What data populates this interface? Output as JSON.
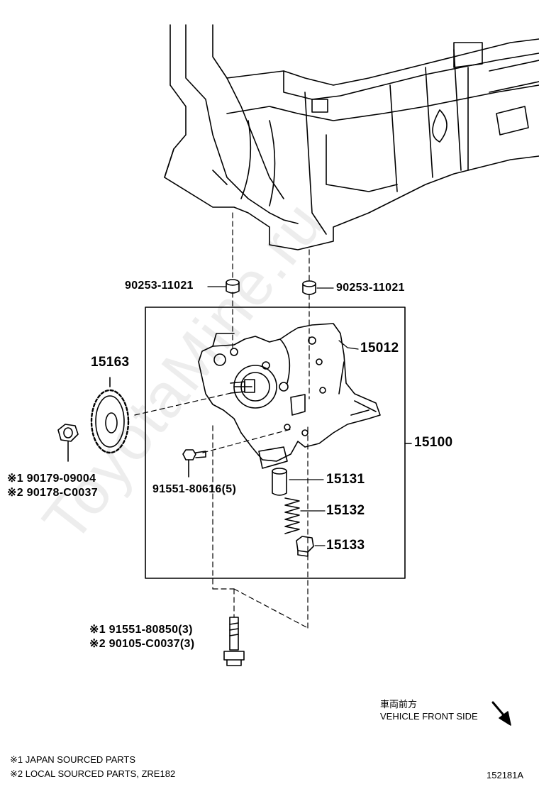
{
  "watermark": "ToyotaMine.ru",
  "callouts": {
    "sleeve_left": "90253-11021",
    "sleeve_right": "90253-11021",
    "cover": "15012",
    "sprocket": "15163",
    "pump_assembly": "15100",
    "nut_1": "※1 90179-09004",
    "nut_2": "※2 90178-C0037",
    "bolt_small": "91551-80616(5)",
    "relief_valve": "15131",
    "spring": "15132",
    "plug": "15133",
    "bolt_long_1": "※1 91551-80850(3)",
    "bolt_long_2": "※2 90105-C0037(3)"
  },
  "direction": {
    "japanese": "車両前方",
    "english": "VEHICLE FRONT SIDE"
  },
  "notes": {
    "note_1": "※1 JAPAN SOURCED PARTS",
    "note_2": "※2 LOCAL SOURCED PARTS, ZRE182"
  },
  "figure_id": "152181A"
}
